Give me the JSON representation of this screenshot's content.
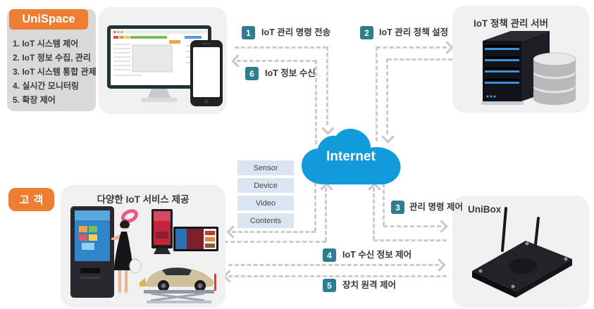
{
  "colors": {
    "accent_orange": "#ED7D31",
    "badge_teal": "#2E7E8F",
    "cloud_blue": "#119BDB",
    "data_type_box_blue": "#DBE5F1",
    "panel_gray": "#F0F0F0",
    "unispace_body_gray": "#D9D9D9",
    "dash_gray": "#CCCCCC"
  },
  "unispace": {
    "title": "UniSpace",
    "items": [
      "1. IoT 시스템 제어",
      "2. IoT 정보 수집, 관리",
      "3. IoT 시스템 통합 관제",
      "4. 실시간 모니터링",
      "5. 확장 제어"
    ]
  },
  "policy_server": {
    "title": "IoT 정책 관리 서버"
  },
  "internet_cloud": {
    "label": "Internet"
  },
  "data_types": {
    "items": [
      "Sensor",
      "Device",
      "Video",
      "Contents"
    ]
  },
  "customer": {
    "badge": "고객",
    "title": "다양한 IoT 서비스 제공"
  },
  "unibox": {
    "title": "UniBox"
  },
  "flows": {
    "f1": {
      "num": "1",
      "label": "IoT 관리 명령 전송"
    },
    "f2": {
      "num": "2",
      "label": "IoT 관리 정책 설정"
    },
    "f3": {
      "num": "3",
      "label": "관리 명령 제어"
    },
    "f4": {
      "num": "4",
      "label": "IoT 수신 정보 제어"
    },
    "f5": {
      "num": "5",
      "label": "장치 원격 제어"
    },
    "f6": {
      "num": "6",
      "label": "IoT 정보 수신"
    }
  }
}
